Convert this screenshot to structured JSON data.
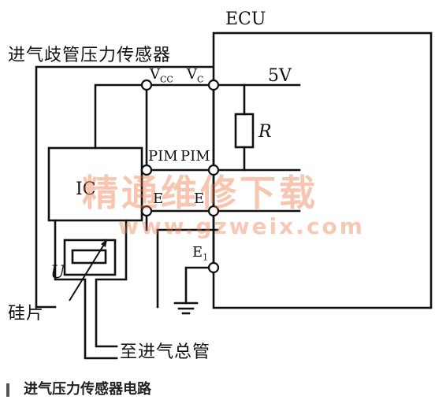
{
  "diagram": {
    "ecu_label": "ECU",
    "sensor_label": "进气歧管压力传感器",
    "vcc_label_main": "V",
    "vcc_label_sub": "CC",
    "vc_label_main": "V",
    "vc_label_sub": "C",
    "supply_label": "5V",
    "resistor_label": "R",
    "pim_left_label": "PIM",
    "pim_right_label": "PIM",
    "ic_label": "IC",
    "e2_left_label": "E",
    "e2_right_label": "E",
    "e1_label_main": "E",
    "e1_label_sub": "1",
    "u_label": "U",
    "silicon_label": "硅片",
    "to_manifold_label": "至进气总管",
    "caption": "进气压力传感器电路"
  },
  "watermark": {
    "chinese": "精通维修下载",
    "url": "www.gzweix.com"
  }
}
